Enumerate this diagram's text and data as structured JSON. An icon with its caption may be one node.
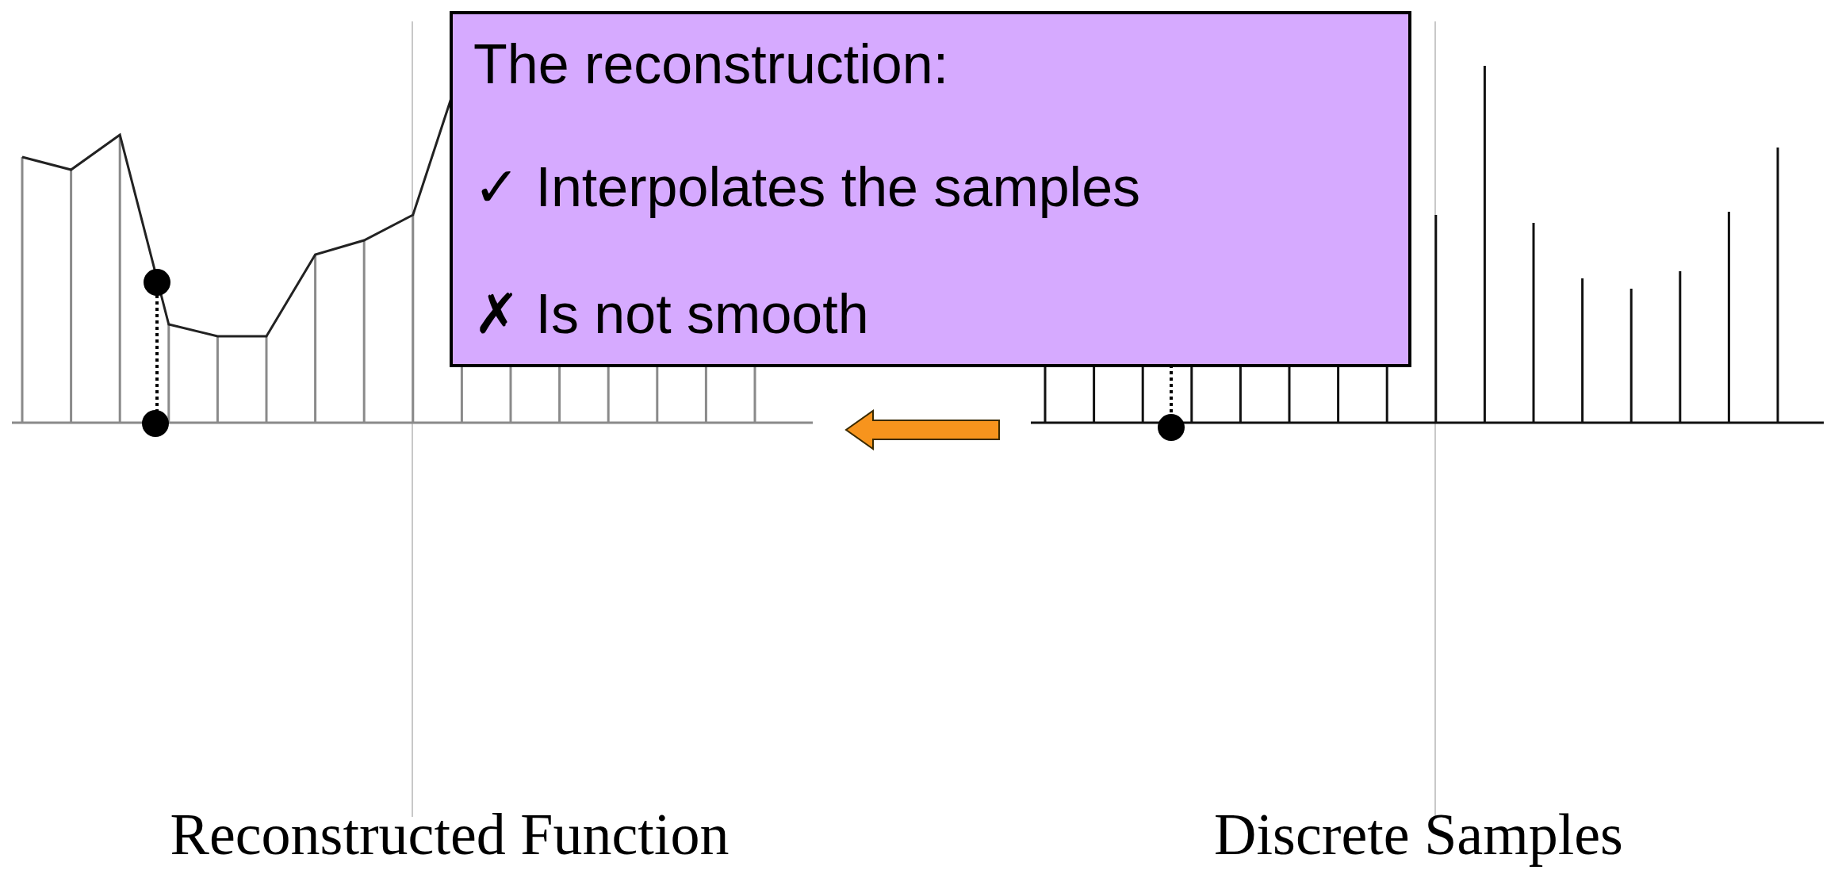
{
  "diagram": {
    "nodes": [
      {
        "text": [],
        "shape": "picture",
        "beside": [
          "Reconstructed Function"
        ]
      },
      {
        "text": [],
        "shape": "picture",
        "beside": [
          "Discrete Samples"
        ]
      },
      {
        "text": [
          "The reconstruction:",
          "✓ Interpolates the samples",
          "✗ Is not smooth"
        ]
      }
    ],
    "edges": [
      {
        "from": 1,
        "to": 0,
        "arrow": "to",
        "style": "thick",
        "color": "#f7941d"
      }
    ]
  }
}
